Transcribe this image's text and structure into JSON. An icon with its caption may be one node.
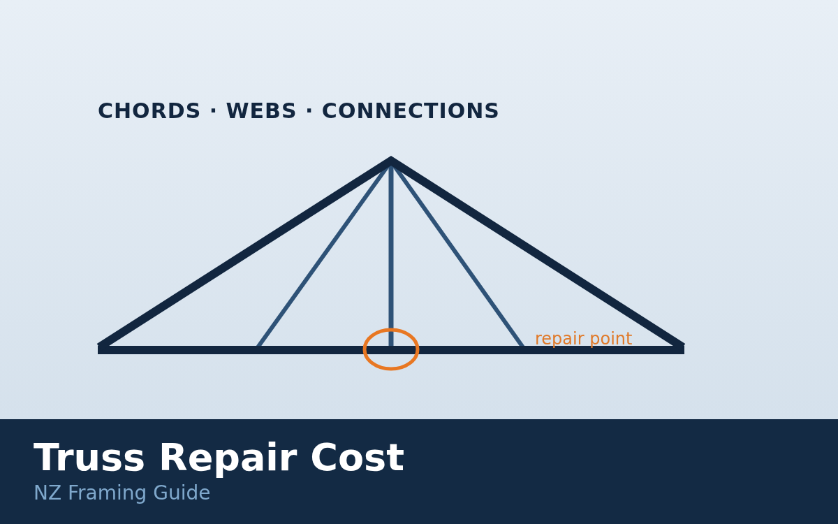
{
  "diagram": {
    "title": "Truss Repair Cost",
    "caption": "NZ Framing Guide",
    "labels": [
      "CHORDS · WEBS · CONNECTIONS",
      "repair point"
    ]
  }
}
